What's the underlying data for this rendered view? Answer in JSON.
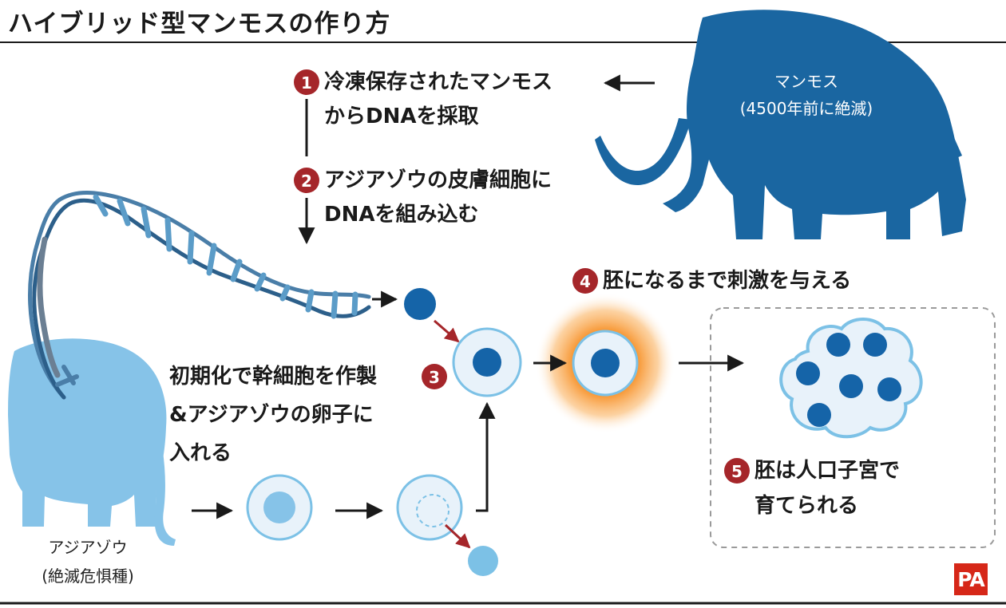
{
  "title": "ハイブリッド型マンモスの作り方",
  "steps": [
    {
      "num": "1",
      "line1": "冷凍保存されたマンモス",
      "line2": "からDNAを採取"
    },
    {
      "num": "2",
      "line1": "アジアゾウの皮膚細胞に",
      "line2": "DNAを組み込む"
    },
    {
      "num": "3",
      "line1": "初期化で幹細胞を作製",
      "line2": "&アジアゾウの卵子に",
      "line3": "入れる"
    },
    {
      "num": "4",
      "line1": "胚になるまで刺激を与える"
    },
    {
      "num": "5",
      "line1": "胚は人口子宮で",
      "line2": "育てられる"
    }
  ],
  "mammoth": {
    "label": "マンモス",
    "sub": "(4500年前に絶滅)"
  },
  "elephant": {
    "label": "アジアゾウ",
    "sub": "(絶滅危惧種)"
  },
  "logo": "PA",
  "colors": {
    "mammoth": "#1a66a1",
    "cell_dark": "#1564a8",
    "cell_light": "#7cc1e6",
    "elephant": "#86c3e8",
    "badge": "#a5262a",
    "glow": "#f7942e",
    "arrow_red": "#a5262a"
  }
}
